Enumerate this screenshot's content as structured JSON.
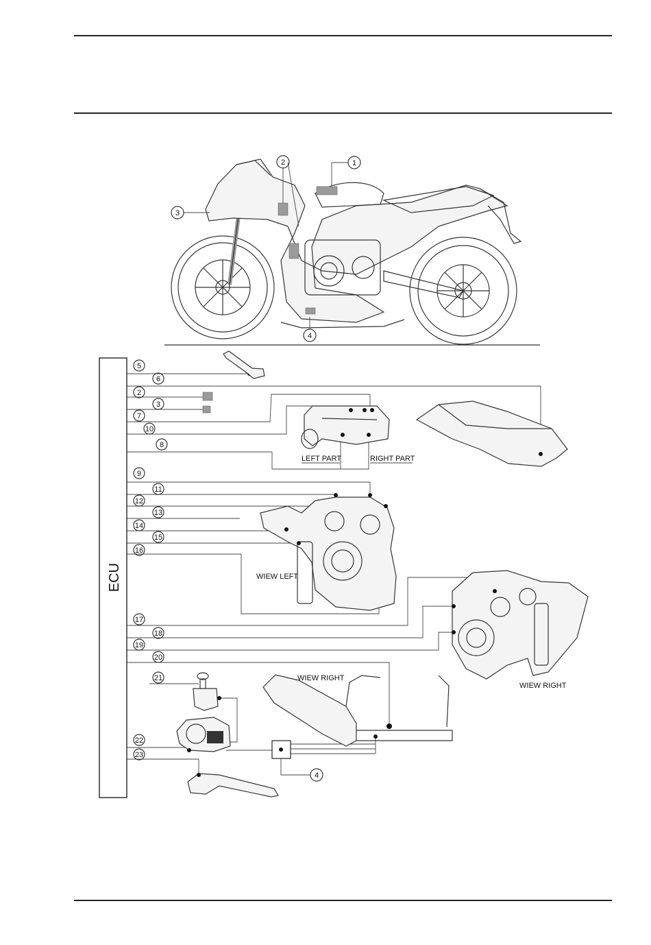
{
  "ecu_label": "ECU",
  "view_labels": {
    "left_part": "LEFT PART",
    "right_part": "RIGHT PART",
    "view_left": "WIEW LEFT",
    "view_right_exhaust": "WIEW RIGHT",
    "view_right_engine": "WIEW RIGHT"
  },
  "callouts": {
    "bike": [
      "1",
      "2",
      "3",
      "4"
    ],
    "ecu_wires": [
      "5",
      "6",
      "2",
      "3",
      "7",
      "10",
      "8",
      "9",
      "11",
      "12",
      "13",
      "14",
      "15",
      "16",
      "17",
      "18",
      "19",
      "20",
      "21",
      "22",
      "23"
    ],
    "module": "4"
  }
}
